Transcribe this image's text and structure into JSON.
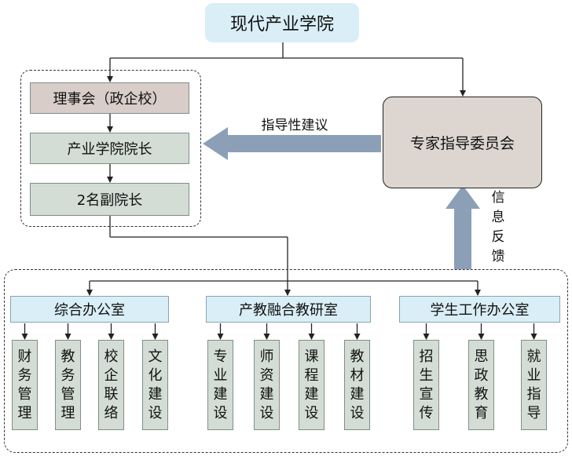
{
  "root": {
    "label": "现代产业学院"
  },
  "leadership": [
    {
      "label": "理事会（政企校）"
    },
    {
      "label": "产业学院院长"
    },
    {
      "label": "2名副院长"
    }
  ],
  "expert_committee": {
    "label": "专家指导委员会"
  },
  "advice_arrow": {
    "label": "指导性建议"
  },
  "feedback_arrow": {
    "label": "信\n息\n反\n馈"
  },
  "offices": [
    {
      "label": "综合办公室",
      "tasks": [
        "财\n务\n管\n理",
        "教\n务\n管\n理",
        "校\n企\n联\n络",
        "文\n化\n建\n设"
      ]
    },
    {
      "label": "产教融合教研室",
      "tasks": [
        "专\n业\n建\n设",
        "师\n资\n建\n设",
        "课\n程\n建\n设",
        "教\n材\n建\n设"
      ]
    },
    {
      "label": "学生工作办公室",
      "tasks": [
        "招\n生\n宣\n传",
        "思\n政\n教\n育",
        "就\n业\n指\n导"
      ]
    }
  ],
  "colors": {
    "big_arrow": "#8b9fb7",
    "connector": "#222222",
    "office_fill": "#d9eef6",
    "task_fill": "#d3ddd6",
    "council_fill": "#d8cdc8",
    "expert_fill": "#ddd6d0"
  }
}
